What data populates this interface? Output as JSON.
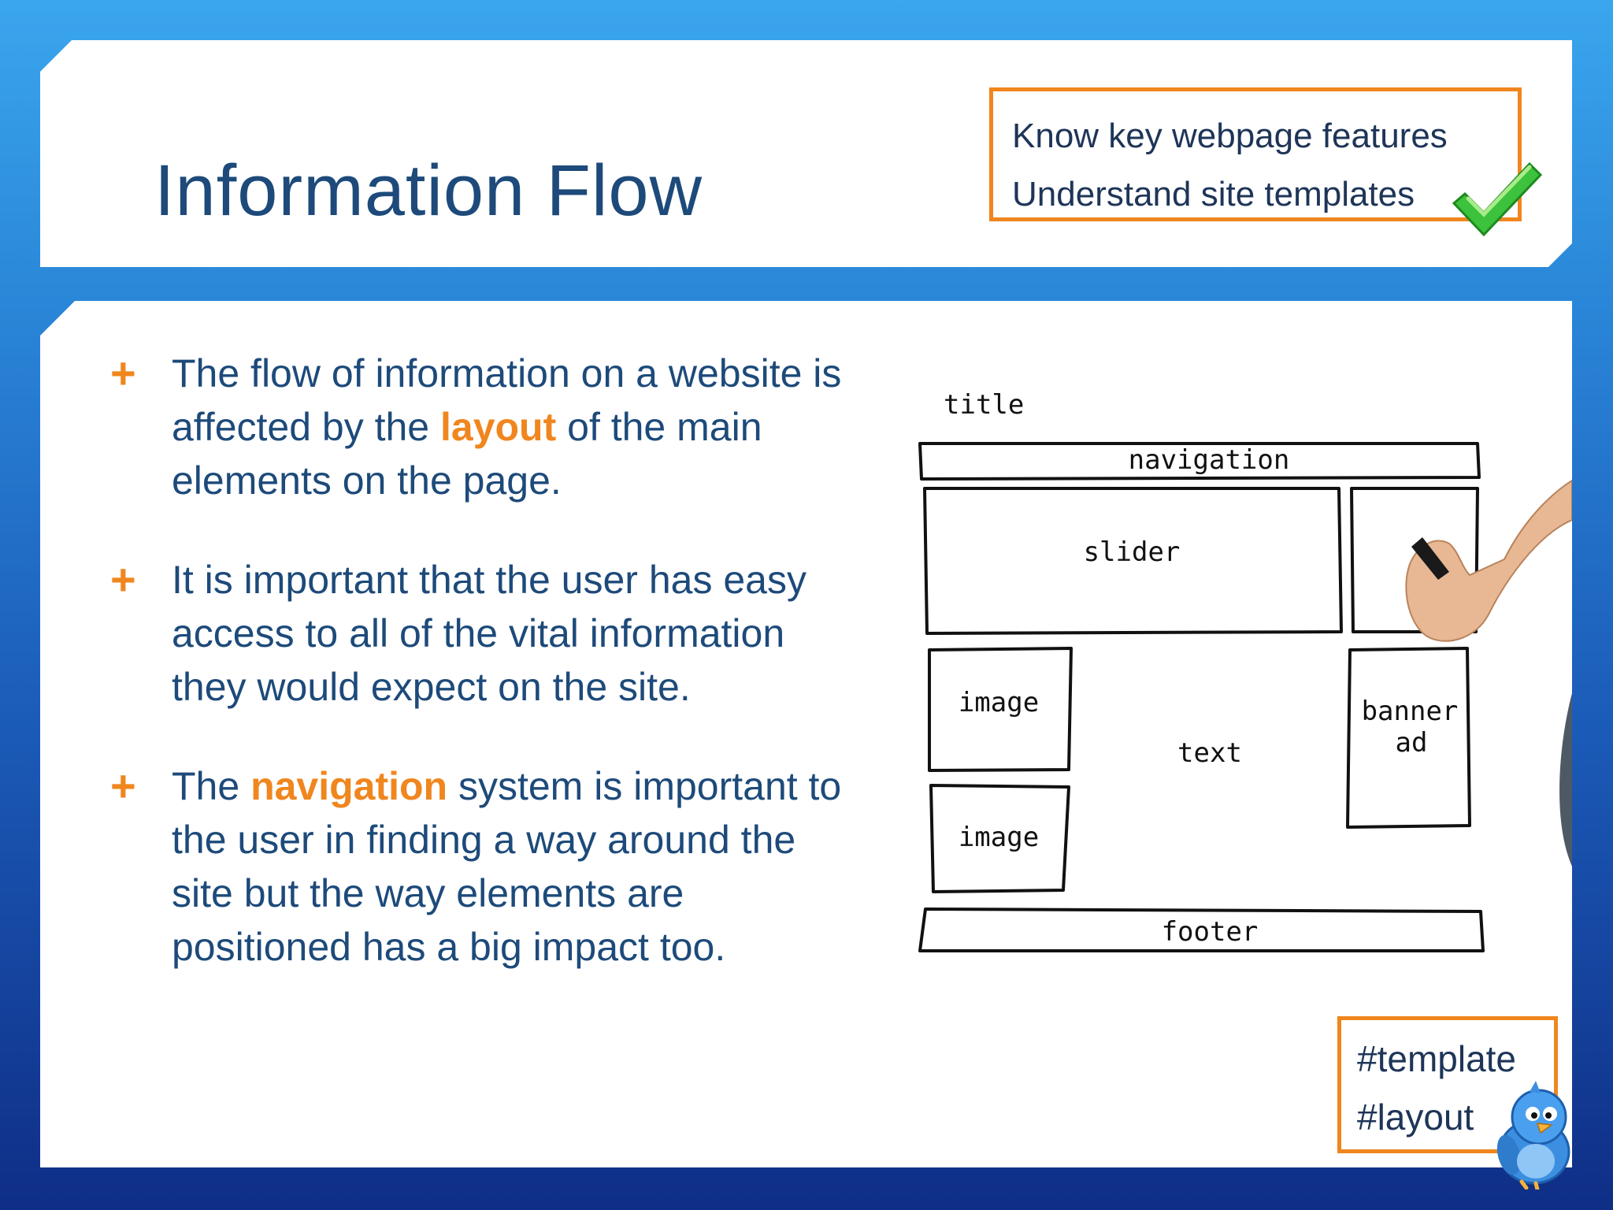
{
  "header": {
    "title": "Information Flow",
    "objectives": [
      "Know key webpage features",
      "Understand site templates"
    ]
  },
  "bullets": [
    {
      "parts": [
        {
          "text": "The flow of information on a website is affected by the ",
          "highlight": false
        },
        {
          "text": "layout",
          "highlight": true
        },
        {
          "text": " of the main elements on the page.",
          "highlight": false
        }
      ]
    },
    {
      "parts": [
        {
          "text": "It is important that the user has easy access to all of the vital information they would expect on the site.",
          "highlight": false
        }
      ]
    },
    {
      "parts": [
        {
          "text": "The ",
          "highlight": false
        },
        {
          "text": "navigation",
          "highlight": true
        },
        {
          "text": " system is important to the user in finding a way around the site but the way elements are positioned has a big impact too.",
          "highlight": false
        }
      ]
    }
  ],
  "wireframe": {
    "labels": {
      "title": "title",
      "navigation": "navigation",
      "slider": "slider",
      "image1": "image",
      "image2": "image",
      "text": "text",
      "banner1": "banner",
      "banner2": "ad",
      "footer": "footer"
    }
  },
  "hashtags": [
    "#template",
    "#layout"
  ],
  "icons": {
    "check": "check-icon",
    "bird": "bird-icon",
    "plus": "plus-icon",
    "hand": "hand-with-marker-icon"
  },
  "colors": {
    "accent": "#f0861e",
    "title": "#1d4a7a",
    "text": "#1e3558",
    "check": "#3cc23c"
  }
}
